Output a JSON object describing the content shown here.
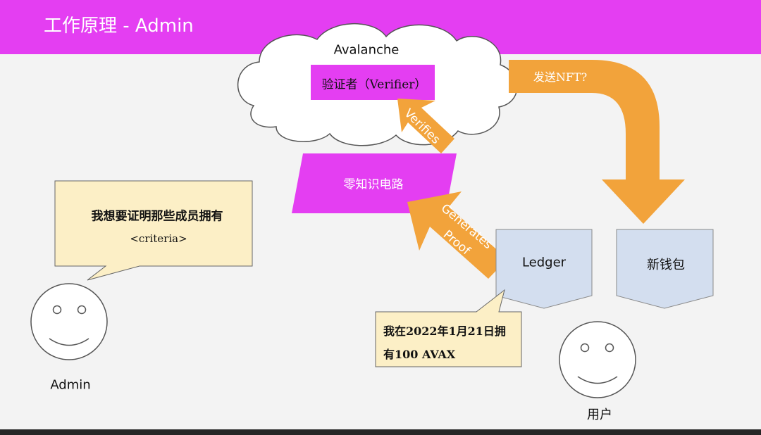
{
  "slide": {
    "title": "工作原理  - Admin"
  },
  "colors": {
    "header": "#e43ef2",
    "magenta_box": "#e43ef2",
    "arrow_orange": "#f2a33b",
    "note_fill": "#fcefc6",
    "ledger_fill": "#d3deef",
    "background": "#f3f3f3",
    "footer": "#262626"
  },
  "diagram": {
    "cloud_label": "Avalanche",
    "verifier_label": "验证者（Verifier）",
    "circuit_label": "零知识电路",
    "verifies_arrow_label": "Verifies",
    "proof_arrow_label_1": "Generates",
    "proof_arrow_label_2": "Proof",
    "send_arrow_label": "发送NFT?",
    "ledger_label": "Ledger",
    "new_wallet_label": "新钱包",
    "admin_note_line1": "我想要证明那些成员拥有",
    "admin_note_line2": "<criteria>",
    "user_note_line1": "我在2022年1月21日拥",
    "user_note_line2": "有100 AVAX",
    "admin_label": "Admin",
    "user_label": "用户"
  },
  "icons": [
    "admin-smiley-icon",
    "user-smiley-icon",
    "cloud-shape"
  ]
}
